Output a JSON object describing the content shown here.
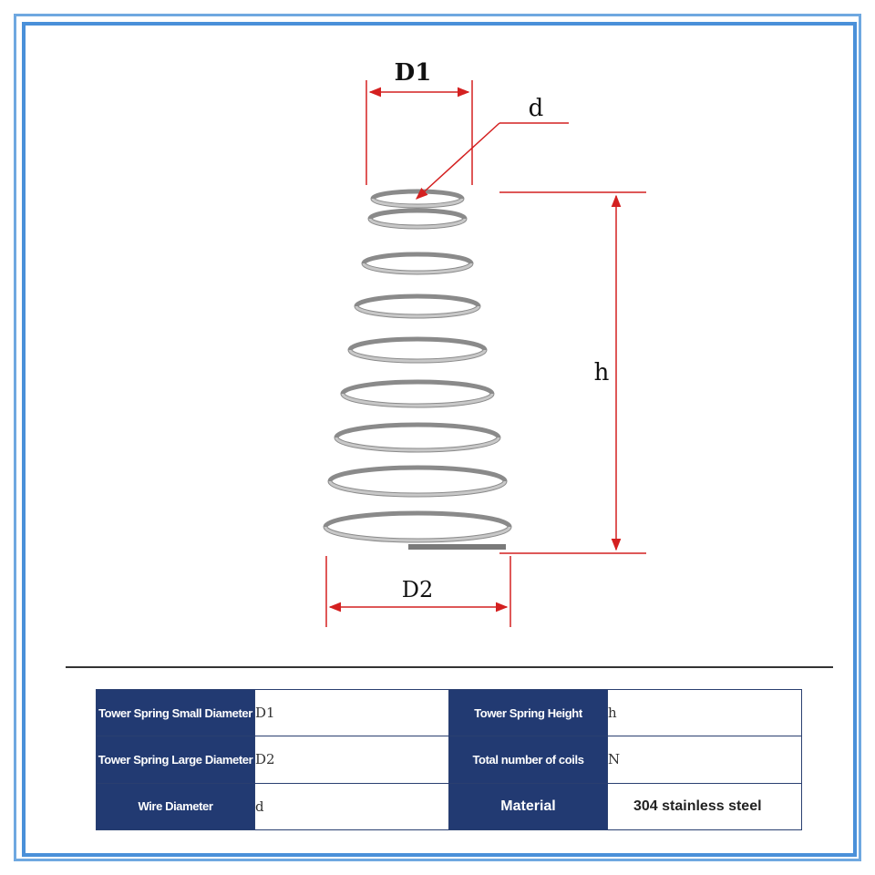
{
  "diagram": {
    "labels": {
      "small_diameter": "D1",
      "wire_diameter": "d",
      "height": "h",
      "large_diameter": "D2"
    }
  },
  "table": {
    "rows": [
      [
        {
          "header": "Tower Spring Small Diameter",
          "value": "D1"
        },
        {
          "header": "Tower Spring Height",
          "value": "h"
        }
      ],
      [
        {
          "header": "Tower Spring Large Diameter",
          "value": "D2"
        },
        {
          "header": "Total number of coils",
          "value": "N"
        }
      ],
      [
        {
          "header": "Wire Diameter",
          "value": "d"
        },
        {
          "header": "Material",
          "value": "304 stainless steel"
        }
      ]
    ]
  },
  "colors": {
    "dimension_line": "#d42020",
    "table_header": "#223a72",
    "frame": "#4a90d9"
  }
}
